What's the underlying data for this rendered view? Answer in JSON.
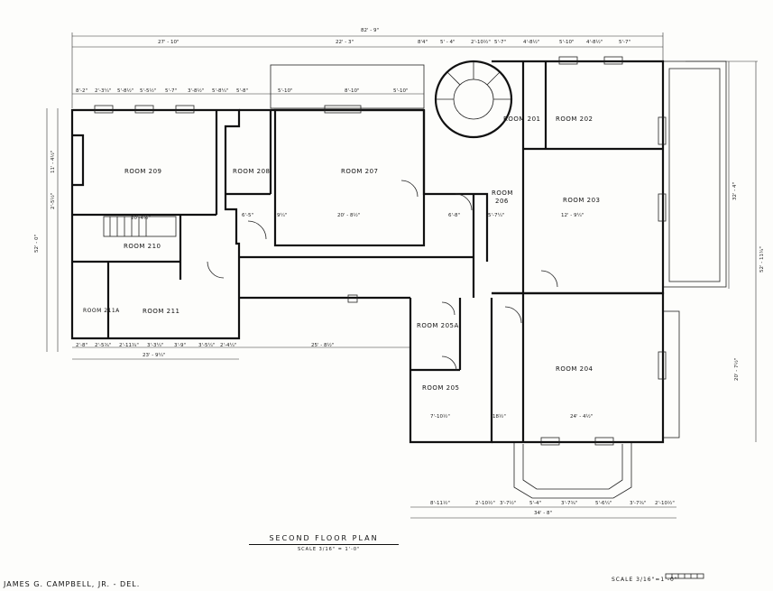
{
  "drawing": {
    "title": "SECOND FLOOR PLAN",
    "scale_note": "SCALE 3/16\" = 1'-0\"",
    "drafter": "JAMES G. CAMPBELL, JR. - DEL.",
    "scale_bar_label": "SCALE 3/16\"=1'-0\""
  },
  "rooms": {
    "r209": "ROOM 209",
    "r208": "ROOM 208",
    "r207": "ROOM 207",
    "r206a": "ROOM",
    "r206b": "206",
    "r201": "ROOM 201",
    "r202": "ROOM 202",
    "r203": "ROOM 203",
    "r210": "ROOM 210",
    "r211a": "ROOM 211A",
    "r211": "ROOM 211",
    "r205a": "ROOM 205A",
    "r205": "ROOM 205",
    "r204": "ROOM 204"
  },
  "dimensions": {
    "overall_top": "82' - 9\"",
    "top_left": "27' - 10\"",
    "top_mid": "22' - 3\"",
    "top_a": "8'4\"",
    "top_b": "5' - 4\"",
    "top_c": "2'-10½\"",
    "top_d": "5'-7\"",
    "top_e": "4'-8½\"",
    "top_f": "5'-10\"",
    "top_g": "4'-8½\"",
    "top_h": "5'-7\"",
    "row2_a": "8'-2\"",
    "row2_b": "2'-3¼\"",
    "row2_c": "5'-8½\"",
    "row2_d": "5'-5½\"",
    "row2_e": "5'-7\"",
    "row2_f": "3'-8½\"",
    "row2_g": "5'-8¼\"",
    "row2_h": "5'-8\"",
    "row2_i": "5'-10\"",
    "row2_j": "8'-10\"",
    "row2_k": "5'-10\"",
    "r207_w": "20' - 8½\"",
    "r203_w": "12' - 9¼\"",
    "r206_w": "5'-7¼\"",
    "mid_a": "6'-5\"",
    "mid_b": "9¼\"",
    "mid_c": "6'-8\"",
    "r210_w": "20'-4½\"",
    "hall_len": "25' - 8½\"",
    "bottom_left": "23' - 9¼\"",
    "bl_a": "2'-8\"",
    "bl_b": "2'-5¾\"",
    "bl_c": "2'-11¾\"",
    "bl_d": "3'-3¼\"",
    "bl_e": "3'-9\"",
    "bl_f": "3'-5¼\"",
    "bl_g": "2'-4¼\"",
    "r204_w": "24' - 4½\"",
    "r205_w": "7'-10½\"",
    "r205_x": "18½\"",
    "bottom_total": "34' - 8\"",
    "br_a": "8'-11½\"",
    "br_b": "2'-10½\"",
    "br_c": "3'-7½\"",
    "br_d": "5'-4\"",
    "br_e": "3'-7¾\"",
    "br_f": "5'-6¼\"",
    "br_g": "3'-7¾\"",
    "br_h": "2'-10½\"",
    "left_total": "52' - 0\"",
    "left_a": "11' - 4½\"",
    "left_b": "2'-5½\"",
    "right_top": "32' - 4\"",
    "right_total": "52' - 11¾\"",
    "right_bottom": "20' - 7½\""
  }
}
